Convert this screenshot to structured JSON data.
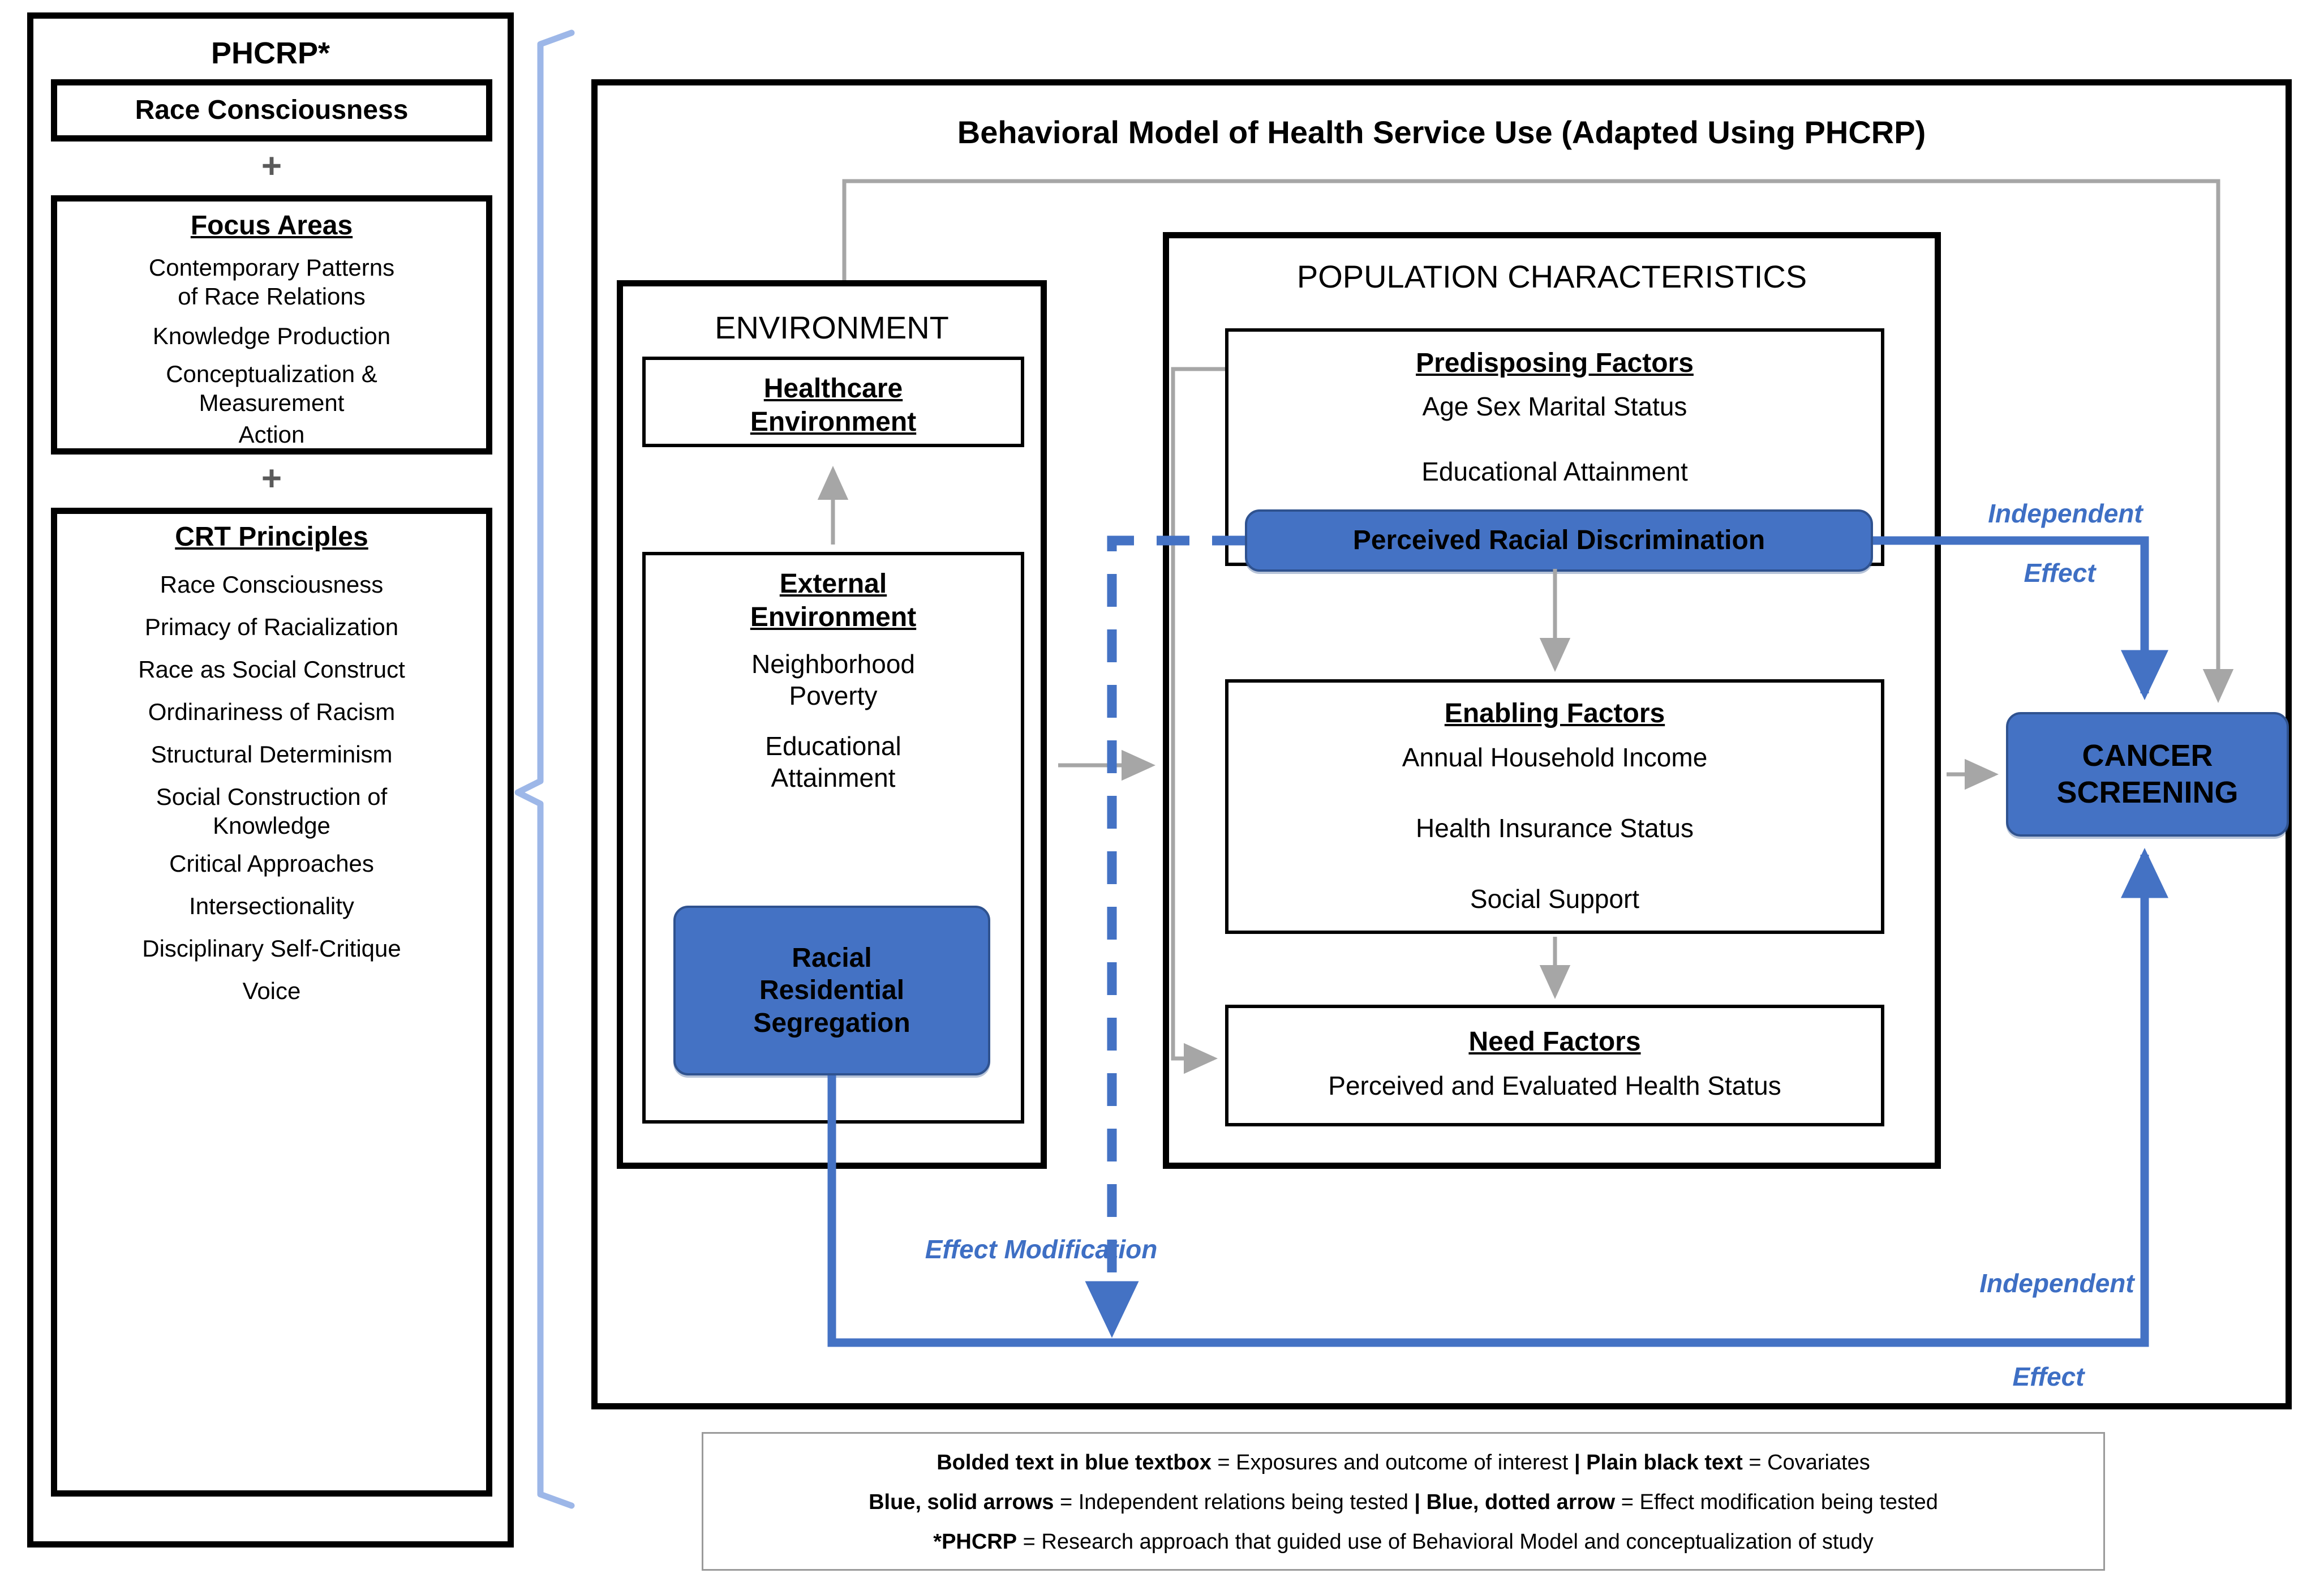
{
  "colors": {
    "accent_blue": "#4472C4",
    "blue_border": "#2F528F",
    "label_blue": "#3E6FC4",
    "gray_arrow": "#A6A6A6",
    "bracket_blue": "#9DB7E8",
    "black": "#000000"
  },
  "phcrp_panel": {
    "title": "PHCRP*",
    "race_consciousness_box": "Race Consciousness",
    "plus_1": "+",
    "plus_2": "+",
    "focus_areas": {
      "heading": "Focus Areas",
      "items": [
        "Contemporary Patterns\nof Race Relations",
        "Knowledge Production",
        "Conceptualization &\nMeasurement",
        "Action"
      ]
    },
    "crt_principles": {
      "heading": "CRT Principles",
      "items": [
        "Race Consciousness",
        "Primacy of Racialization",
        "Race as Social Construct",
        "Ordinariness of Racism",
        "Structural Determinism",
        "Social Construction of\nKnowledge",
        "Critical Approaches",
        "Intersectionality",
        "Disciplinary Self-Critique",
        "Voice"
      ]
    }
  },
  "model_panel": {
    "title": "Behavioral Model of Health Service Use (Adapted Using PHCRP)",
    "environment": {
      "heading": "ENVIRONMENT",
      "healthcare_environment": "Healthcare\nEnvironment",
      "external_environment": {
        "heading": "External\nEnvironment",
        "items": [
          "Neighborhood\nPoverty",
          "Educational\nAttainment"
        ],
        "highlight_box": "Racial\nResidential\nSegregation"
      }
    },
    "population_characteristics": {
      "heading": "POPULATION  CHARACTERISTICS",
      "predisposing": {
        "heading": "Predisposing Factors",
        "items": [
          "Age    Sex    Marital Status",
          "Educational Attainment"
        ],
        "highlight_box": "Perceived Racial Discrimination"
      },
      "enabling": {
        "heading": "Enabling Factors",
        "items": [
          "Annual Household Income",
          "Health Insurance Status",
          "Social Support"
        ]
      },
      "need": {
        "heading": "Need Factors",
        "items": [
          "Perceived and Evaluated Health Status"
        ]
      }
    },
    "outcome_box": "CANCER\nSCREENING",
    "arrow_labels": {
      "independent_effect_top_1": "Independent",
      "independent_effect_top_2": "Effect",
      "effect_modification": "Effect Modification",
      "independent_effect_bottom_1": "Independent",
      "independent_effect_bottom_2": "Effect"
    }
  },
  "legend": {
    "line1_a_bold": "Bolded text in blue textbox",
    "line1_a_rest": " = Exposures and outcome of interest  ",
    "line1_sep": "|",
    "line1_b_bold": "  Plain black text",
    "line1_b_rest": " = Covariates",
    "line2_a_bold": "Blue, solid arrows",
    "line2_a_rest": " = Independent relations being tested  ",
    "line2_sep": "|",
    "line2_b_bold": "  Blue, dotted arrow",
    "line2_b_rest": " = Effect modification being tested",
    "line3_bold": "*PHCRP",
    "line3_rest": " = Research approach that guided use of Behavioral Model and conceptualization of study"
  }
}
